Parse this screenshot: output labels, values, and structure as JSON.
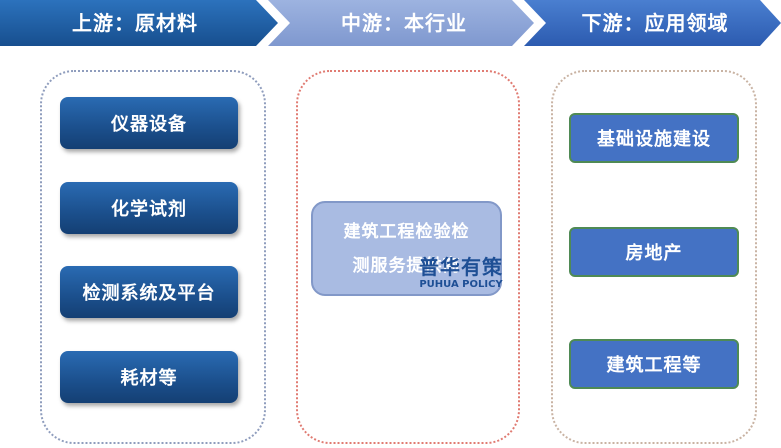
{
  "header": {
    "upstream": "上游：原材料",
    "midstream": "中游：本行业",
    "downstream": "下游：应用领域",
    "colors": {
      "upstream": "#1f5fa8",
      "midstream": "#8aa3d6",
      "downstream": "#3567be"
    }
  },
  "upstream_items": [
    "仪器设备",
    "化学试剂",
    "检测系统及平台",
    "耗材等"
  ],
  "midstream_item": {
    "line1": "建筑工程检验检",
    "line2": "测服务提供商"
  },
  "downstream_items": [
    "基础设施建设",
    "房地产",
    "建筑工程等"
  ],
  "watermark": {
    "main": "普华有策",
    "sub": "PUHUA POLICY"
  }
}
